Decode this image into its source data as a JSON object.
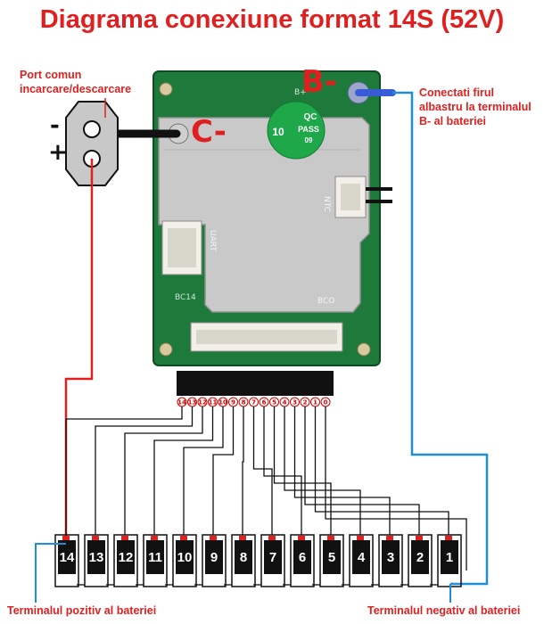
{
  "title": "Diagrama conexiune format 14S (52V)",
  "labels": {
    "port": "Port comun\nincarcare/descarcare",
    "blue_wire": "Conectati firul\nalbastru la terminalul\nB- al bateriei",
    "positive_terminal": "Terminalul pozitiv al bateriei",
    "negative_terminal": "Terminalul negativ al bateriei",
    "c_minus": "C-",
    "b_minus": "B-",
    "minus_sign": "-",
    "plus_sign": "+"
  },
  "board": {
    "stamp_top": "QC",
    "stamp_mid": "PASS",
    "stamp_bottom": "09",
    "stamp_left": "10",
    "ntc": "NTC",
    "uart": "UART",
    "bco": "BCO",
    "bc14": "BC14",
    "b_plus": "B+"
  },
  "connector_pins": [
    "14",
    "13",
    "12",
    "11",
    "10",
    "9",
    "8",
    "7",
    "6",
    "5",
    "4",
    "3",
    "2",
    "1",
    "0"
  ],
  "cells": [
    "14",
    "13",
    "12",
    "11",
    "10",
    "9",
    "8",
    "7",
    "6",
    "5",
    "4",
    "3",
    "2",
    "1"
  ],
  "colors": {
    "title_red": "#e02020",
    "wire_red": "#e02020",
    "wire_blue": "#1e8fd6",
    "pcb_green": "#1e7a3a",
    "shield": "#c9c9c9"
  }
}
